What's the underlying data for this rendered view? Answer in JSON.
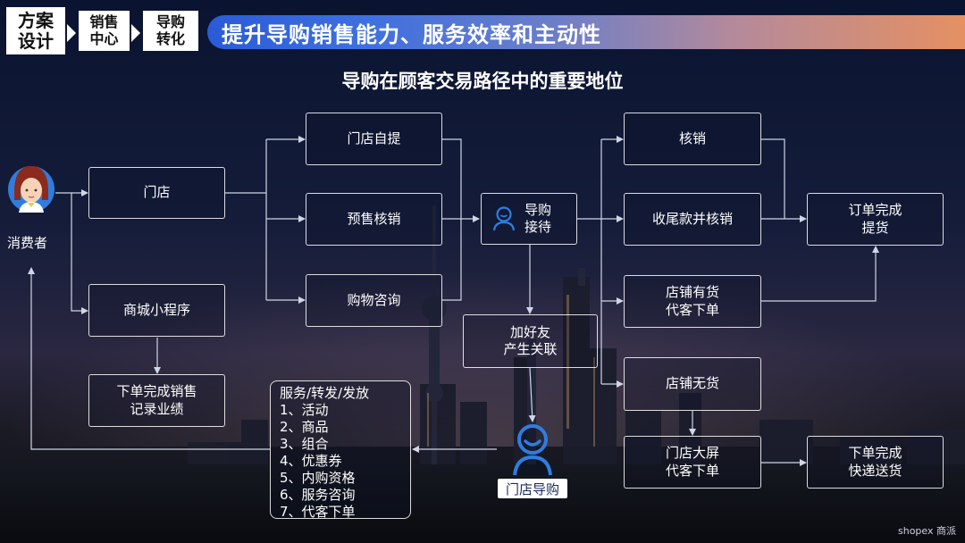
{
  "breadcrumb": [
    {
      "line1": "方案",
      "line2": "设计"
    },
    {
      "line1": "销售",
      "line2": "中心"
    },
    {
      "line1": "导购",
      "line2": "转化"
    }
  ],
  "banner_title": "提升导购销售能力、服务效率和主动性",
  "diagram_title": "导购在顾客交易路径中的重要地位",
  "nodes": {
    "consumer": "消费者",
    "store": "门店",
    "mini_program": "商城小程序",
    "order_done": {
      "line1": "下单完成销售",
      "line2": "记录业绩"
    },
    "pickup": "门店自提",
    "presale": "预售核销",
    "consult": "购物咨询",
    "guide_reception": {
      "line1": "导购",
      "line2": "接待"
    },
    "add_friend": {
      "line1": "加好友",
      "line2": "产生关联"
    },
    "guide": "门店导购",
    "verify": "核销",
    "balance_verify": "收尾款并核销",
    "in_stock": {
      "line1": "店铺有货",
      "line2": "代客下单"
    },
    "out_of_stock": "店铺无货",
    "big_screen": {
      "line1": "门店大屏",
      "line2": "代客下单"
    },
    "order_complete": {
      "line1": "订单完成",
      "line2": "提货"
    },
    "express": {
      "line1": "下单完成",
      "line2": "快递送货"
    }
  },
  "services": {
    "title": "服务/转发/发放",
    "items": [
      "1、活动",
      "2、商品",
      "3、组合",
      "4、优惠券",
      "5、内购资格",
      "6、服务咨询",
      "7、代客下单"
    ]
  },
  "logo": "shopex 商派",
  "colors": {
    "banner_start": "#2a5bd7",
    "banner_end": "#e59062",
    "icon_blue": "#2f7de1"
  }
}
